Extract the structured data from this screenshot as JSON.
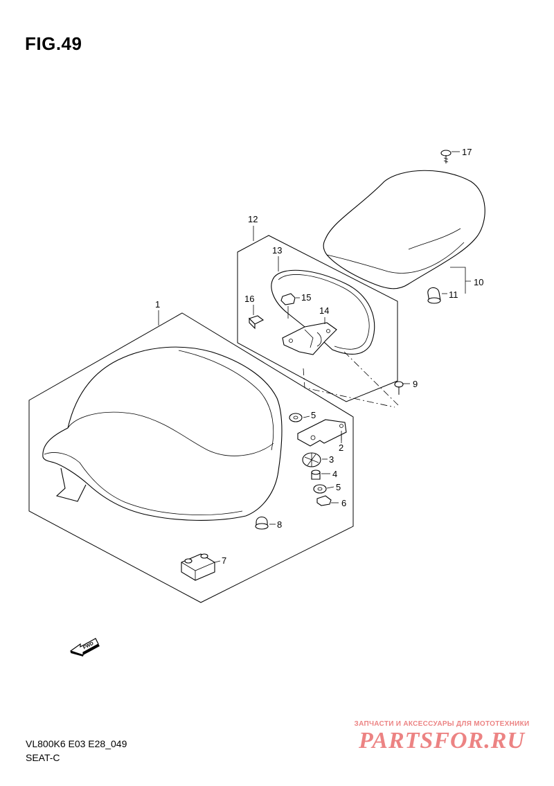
{
  "header": {
    "figure": "FIG.49"
  },
  "footer": {
    "model_code": "VL800K6 E03 E28_049",
    "section": "SEAT-C"
  },
  "fwd_label": "FWD",
  "callouts": {
    "c1": "1",
    "c2": "2",
    "c3": "3",
    "c4": "4",
    "c5a": "5",
    "c5b": "5",
    "c6": "6",
    "c7": "7",
    "c8": "8",
    "c9": "9",
    "c10": "10",
    "c11": "11",
    "c12": "12",
    "c13": "13",
    "c14": "14",
    "c15": "15",
    "c16": "16",
    "c17": "17"
  },
  "watermark": {
    "tagline": "ЗАПЧАСТИ И АКСЕССУАРЫ ДЛЯ МОТОТЕХНИКИ",
    "logo": "PARTSFOR.RU"
  }
}
